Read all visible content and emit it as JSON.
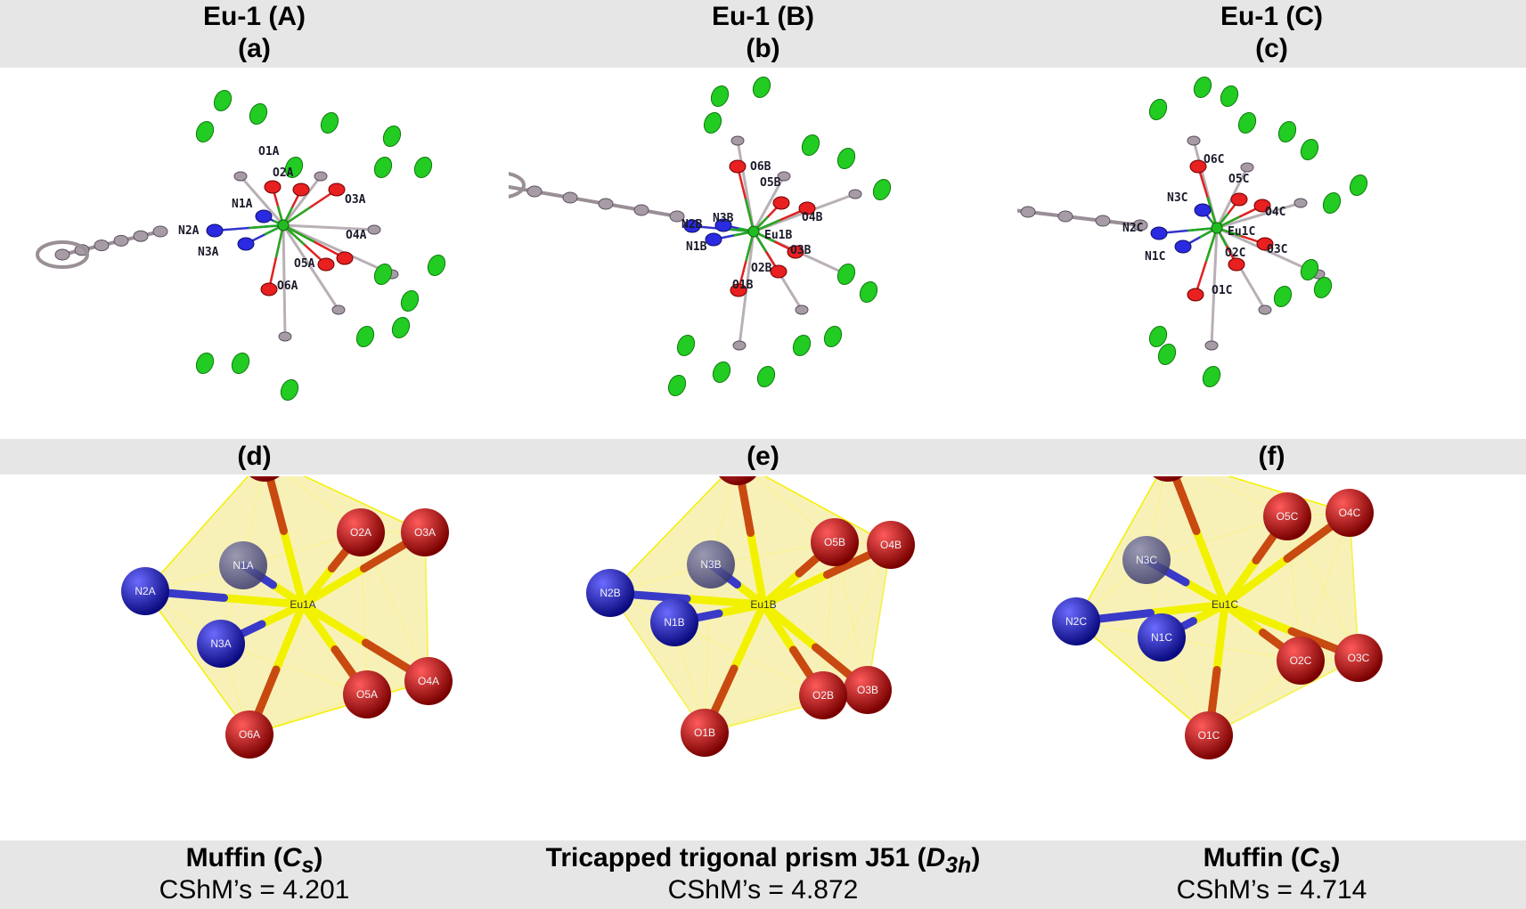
{
  "headers": [
    {
      "title": "Eu-1 (A)",
      "label": "(a)"
    },
    {
      "title": "Eu-1 (B)",
      "label": "(b)"
    },
    {
      "title": "Eu-1 (C)",
      "label": "(c)"
    }
  ],
  "polyhedron_labels": [
    "(d)",
    "(e)",
    "(f)"
  ],
  "shapes": [
    {
      "name": "Muffin (",
      "symbol": "C",
      "sub": "s",
      "close": ")",
      "cshm": "CShM’s = 4.201"
    },
    {
      "name": "Tricapped trigonal prism J51 (",
      "symbol": "D",
      "sub": "3h",
      "close": ")",
      "cshm": "CShM’s = 4.872"
    },
    {
      "name": "Muffin (",
      "symbol": "C",
      "sub": "s",
      "close": ")",
      "cshm": "CShM’s = 4.714"
    }
  ],
  "colors": {
    "band": "#e6e6e6",
    "oxygen": "#d01010",
    "nitrogen": "#1a1acc",
    "europium_bond": "#f2f200",
    "fluorine": "#22cc22",
    "carbon": "#9a8f96",
    "polyhedron_fill": "#f0e060"
  },
  "structures": [
    {
      "center": "Eu1A",
      "atom_labels": {
        "O1": "O1A",
        "O2": "O2A",
        "O3": "O3A",
        "O4": "O4A",
        "O5": "O5A",
        "O6": "O6A",
        "N1": "N1A",
        "N2": "N2A",
        "N3": "N3A"
      }
    },
    {
      "center": "Eu1B",
      "atom_labels": {
        "O1": "O1B",
        "O2": "O2B",
        "O3": "O3B",
        "O4": "O4B",
        "O5": "O5B",
        "O6": "O6B",
        "N1": "N1B",
        "N2": "N2B",
        "N3": "N3B"
      }
    },
    {
      "center": "Eu1C",
      "atom_labels": {
        "O1": "O1C",
        "O2": "O2C",
        "O3": "O3C",
        "O4": "O4C",
        "O5": "O5C",
        "O6": "O6C",
        "N1": "N1C",
        "N2": "N2C",
        "N3": "N3C"
      }
    }
  ]
}
